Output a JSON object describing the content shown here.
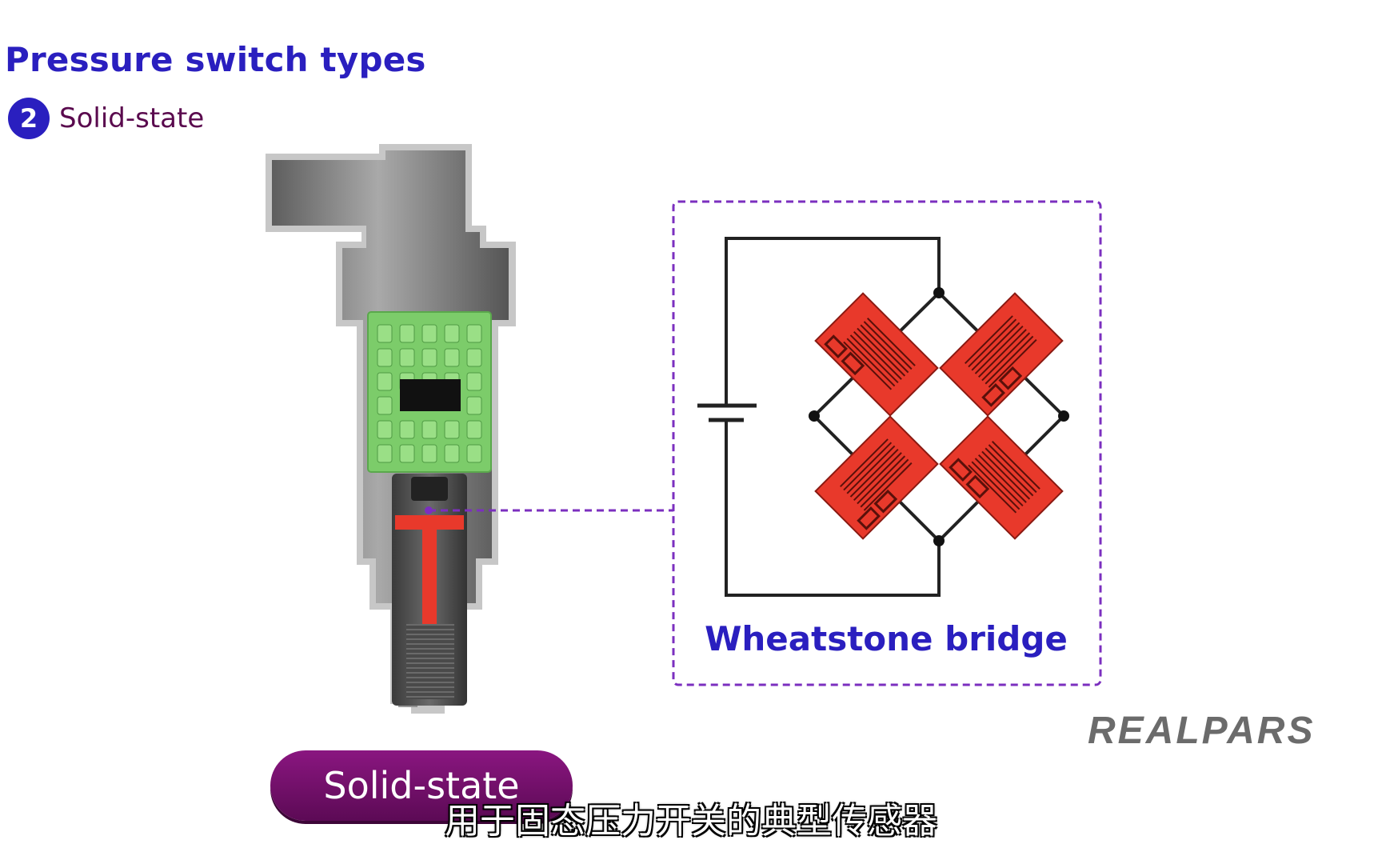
{
  "header": {
    "title": "Pressure switch types",
    "step_number": "2",
    "step_label": "Solid-state"
  },
  "diagram": {
    "bridge_label": "Wheatstone bridge",
    "bridge_border_color": "#7b2fbf",
    "strain_gauge_color": "#e8392b",
    "pcb_color": "#7ccc6a"
  },
  "badge": {
    "label": "Solid-state"
  },
  "logo": {
    "text": "REALPARS"
  },
  "subtitle": {
    "text": "用于固态压力开关的典型传感器"
  }
}
